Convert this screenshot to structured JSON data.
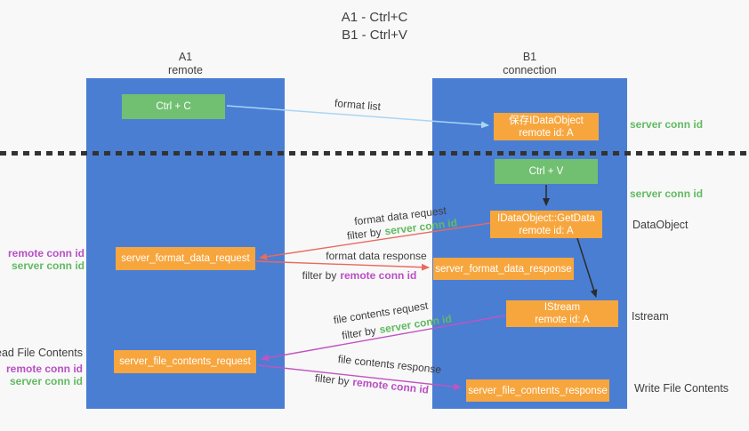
{
  "title": {
    "line1": "A1 - Ctrl+C",
    "line2": "B1 - Ctrl+V"
  },
  "columns": {
    "a1": {
      "name": "A1",
      "subtitle": "remote"
    },
    "b1": {
      "name": "B1",
      "subtitle": "connection"
    }
  },
  "nodes": {
    "ctrl_c": {
      "label": "Ctrl + C"
    },
    "ctrl_v": {
      "label": "Ctrl + V"
    },
    "save_idataobject": {
      "line1": "保存IDataObject",
      "line2": "remote id: A"
    },
    "idataobject_getdata": {
      "line1": "IDataObject::GetData",
      "line2": "remote id: A"
    },
    "istream": {
      "line1": "IStream",
      "line2": "remote id: A"
    },
    "server_format_data_request": {
      "label": "server_format_data_request"
    },
    "server_format_data_response": {
      "label": "server_format_data_response"
    },
    "server_file_contents_request": {
      "label": "server_file_contents_request"
    },
    "server_file_contents_response": {
      "label": "server_file_contents_response"
    }
  },
  "edge_labels": {
    "format_list": "format list",
    "format_data_request": "format data request",
    "format_data_response": "format data response",
    "file_contents_request": "file contents request",
    "file_contents_response": "file contents response",
    "filter_by": "filter by",
    "server_conn_id": "server conn id",
    "remote_conn_id": "remote conn id"
  },
  "side_labels": {
    "server_conn_id_top": "server conn id",
    "server_conn_id_middle": "server conn id",
    "dataobject": "DataObject",
    "istream": "Istream",
    "write_file_contents": "Write File Contents",
    "read_file_contents": "Read File Contents",
    "remote_conn_id": "remote conn id",
    "server_conn_id": "server conn id"
  },
  "colors": {
    "lane_blue": "#4a7ed3",
    "node_orange": "#f7a63e",
    "node_green": "#71c071",
    "arrow_lightblue": "#a9d5f5",
    "arrow_salmon": "#e96a5e",
    "arrow_orchid": "#c054c0",
    "arrow_black": "#2b2b2b",
    "text_green": "#62ba62",
    "text_purple": "#b94fc3",
    "text_dark": "#3e3e3e"
  }
}
